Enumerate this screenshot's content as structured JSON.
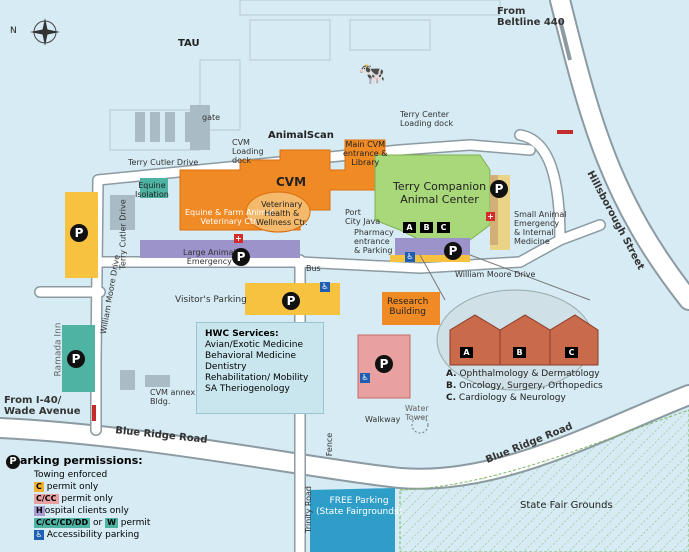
{
  "compass": {
    "direction": "N"
  },
  "roads": {
    "beltline": "From\nBeltline 440",
    "i40": "From I-40/\nWade Avenue",
    "blue_ridge_1": "Blue Ridge Road",
    "blue_ridge_2": "Blue Ridge Road",
    "hillsborough": "Hillsborough Street",
    "william_moore_1": "William Moore Drive",
    "william_moore_2": "William Moore Drive",
    "terry_cutler_1": "Terry Cutler Drive",
    "terry_cutler_2": "Terry Cutler Drive",
    "trinity": "Trinity Road",
    "fence": "Fence",
    "walkway": "Walkway",
    "bus": "Bus"
  },
  "buildings": {
    "tau": "TAU",
    "gate": "gate",
    "cvm_loading": "CVM\nLoading\ndock",
    "animalscan": "AnimalScan",
    "cvm": "CVM",
    "main_cvm": "Main CVM\nentrance &\nLibrary",
    "equine_isolation": "Equine\nIsolation",
    "equine_farm": "Equine & Farm Animal\nVeterinary Ctr.",
    "vet_health": "Veterinary\nHealth &\nWellness Ctr.",
    "terry_loading": "Terry Center\nLoading dock",
    "terry_center": "Terry Companion\nAnimal Center",
    "port_city": "Port\nCity Java",
    "pharmacy": "Pharmacy\nentrance\n& Parking",
    "small_animal": "Small Animal\nEmergency\n& Internal\nMedicine",
    "large_animal": "Large Animal\nEmergency",
    "visitors_parking": "Visitor's Parking",
    "research": "Research\nBuilding",
    "cvm_annex": "CVM annex\nBldg.",
    "ramada": "Ramada Inn",
    "water_tower": "Water\nTower",
    "free_parking": "FREE Parking\n(State Fairgrounds)",
    "state_fair": "State Fair Grounds"
  },
  "abc_markers": [
    "A",
    "B",
    "C"
  ],
  "hwc": {
    "title": "HWC Services:",
    "items": [
      "Avian/Exotic Medicine",
      "Behavioral Medicine",
      "Dentistry",
      "Rehabilitation/ Mobility",
      "SA Theriogenology"
    ]
  },
  "specialties": [
    {
      "letter": "A.",
      "text": "Ophthalmology & Dermatology"
    },
    {
      "letter": "B.",
      "text": "Oncology, Surgery, Orthopedics"
    },
    {
      "letter": "C.",
      "text": "Cardiology & Neurology"
    }
  ],
  "legend": {
    "title_p": "P",
    "title": "arking permissions:",
    "towing": "Towing enforced",
    "rows": [
      {
        "code": "C",
        "text": " permit only",
        "color": "#f4b233"
      },
      {
        "code": "C/CC",
        "text": " permit only",
        "color": "#e9a0a0"
      },
      {
        "code": "H",
        "text": "ospital clients only",
        "color": "#a89cd0"
      },
      {
        "code": "C/CC/CD/DD",
        "text": " or ",
        "extra": "W",
        "extra_text": " permit",
        "color": "#4eb3a2"
      },
      {
        "code": "",
        "text": "Accessibility parking",
        "color": "#1f5fb3"
      }
    ]
  },
  "parking_letter": "P",
  "colors": {
    "water": "#d6ebf3",
    "road": "#ffffff",
    "cvm": "#f08a24",
    "terry": "#a8d879",
    "purple": "#9b93c9",
    "yellow": "#f7c23f",
    "pink": "#e9a0a0",
    "teal": "#4eb3a2",
    "grey": "#a9bcc6",
    "free": "#2e9ec9"
  }
}
